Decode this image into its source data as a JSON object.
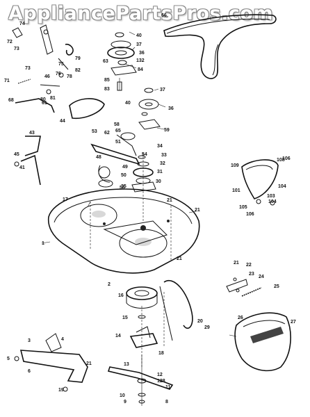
{
  "watermark": "AppliancePartsPros.com",
  "callouts": [
    {
      "id": "c1",
      "text": "1"
    },
    {
      "id": "c2",
      "text": "2"
    },
    {
      "id": "c3",
      "text": "3"
    },
    {
      "id": "c4",
      "text": "4"
    },
    {
      "id": "c5",
      "text": "5"
    },
    {
      "id": "c6",
      "text": "6"
    },
    {
      "id": "c8",
      "text": "8"
    },
    {
      "id": "c9",
      "text": "9"
    },
    {
      "id": "c10",
      "text": "10"
    },
    {
      "id": "c11",
      "text": "11"
    },
    {
      "id": "c12",
      "text": "12"
    },
    {
      "id": "c128",
      "text": "128"
    },
    {
      "id": "c13",
      "text": "13"
    },
    {
      "id": "c14",
      "text": "14"
    },
    {
      "id": "c15",
      "text": "15"
    },
    {
      "id": "c16",
      "text": "16"
    },
    {
      "id": "c17",
      "text": "17"
    },
    {
      "id": "c18",
      "text": "18"
    },
    {
      "id": "c19",
      "text": "19"
    },
    {
      "id": "c20",
      "text": "20"
    },
    {
      "id": "c21a",
      "text": "21"
    },
    {
      "id": "c21b",
      "text": "21"
    },
    {
      "id": "c21c",
      "text": "21"
    },
    {
      "id": "c21d",
      "text": "21"
    },
    {
      "id": "c21e",
      "text": "21"
    },
    {
      "id": "c22",
      "text": "22"
    },
    {
      "id": "c23",
      "text": "23"
    },
    {
      "id": "c24",
      "text": "24"
    },
    {
      "id": "c25",
      "text": "25"
    },
    {
      "id": "c26",
      "text": "26"
    },
    {
      "id": "c27",
      "text": "27"
    },
    {
      "id": "c29",
      "text": "29"
    },
    {
      "id": "c30",
      "text": "30"
    },
    {
      "id": "c31",
      "text": "31"
    },
    {
      "id": "c32",
      "text": "32"
    },
    {
      "id": "c33",
      "text": "33"
    },
    {
      "id": "c34",
      "text": "34"
    },
    {
      "id": "c35",
      "text": "35"
    },
    {
      "id": "c36a",
      "text": "36"
    },
    {
      "id": "c36b",
      "text": "36"
    },
    {
      "id": "c37a",
      "text": "37"
    },
    {
      "id": "c37b",
      "text": "37"
    },
    {
      "id": "c40a",
      "text": "40"
    },
    {
      "id": "c40b",
      "text": "40"
    },
    {
      "id": "c41",
      "text": "41"
    },
    {
      "id": "c43",
      "text": "43"
    },
    {
      "id": "c44",
      "text": "44"
    },
    {
      "id": "c45",
      "text": "45"
    },
    {
      "id": "c46",
      "text": "46"
    },
    {
      "id": "c48",
      "text": "48"
    },
    {
      "id": "c49",
      "text": "49"
    },
    {
      "id": "c50",
      "text": "50"
    },
    {
      "id": "c51",
      "text": "51"
    },
    {
      "id": "c53",
      "text": "53"
    },
    {
      "id": "c54",
      "text": "54"
    },
    {
      "id": "c56",
      "text": "56"
    },
    {
      "id": "c58",
      "text": "58"
    },
    {
      "id": "c59",
      "text": "59"
    },
    {
      "id": "c61",
      "text": "61"
    },
    {
      "id": "c62",
      "text": "62"
    },
    {
      "id": "c63",
      "text": "63"
    },
    {
      "id": "c65",
      "text": "65"
    },
    {
      "id": "c66",
      "text": "66"
    },
    {
      "id": "c68",
      "text": "68"
    },
    {
      "id": "c71",
      "text": "71"
    },
    {
      "id": "c72",
      "text": "72"
    },
    {
      "id": "c73a",
      "text": "73"
    },
    {
      "id": "c73b",
      "text": "73"
    },
    {
      "id": "c74",
      "text": "74"
    },
    {
      "id": "c75",
      "text": "75"
    },
    {
      "id": "c76",
      "text": "76"
    },
    {
      "id": "c78",
      "text": "78"
    },
    {
      "id": "c79",
      "text": "79"
    },
    {
      "id": "c80",
      "text": "80"
    },
    {
      "id": "c81",
      "text": "81"
    },
    {
      "id": "c82",
      "text": "82"
    },
    {
      "id": "c83",
      "text": "83"
    },
    {
      "id": "c84",
      "text": "84"
    },
    {
      "id": "c85",
      "text": "85"
    },
    {
      "id": "c101",
      "text": "101"
    },
    {
      "id": "c103",
      "text": "103"
    },
    {
      "id": "c104a",
      "text": "104"
    },
    {
      "id": "c104b",
      "text": "104"
    },
    {
      "id": "c105",
      "text": "105"
    },
    {
      "id": "c106a",
      "text": "106"
    },
    {
      "id": "c106b",
      "text": "106"
    },
    {
      "id": "c108",
      "text": "108"
    },
    {
      "id": "c109",
      "text": "109"
    },
    {
      "id": "c132",
      "text": "132"
    }
  ]
}
